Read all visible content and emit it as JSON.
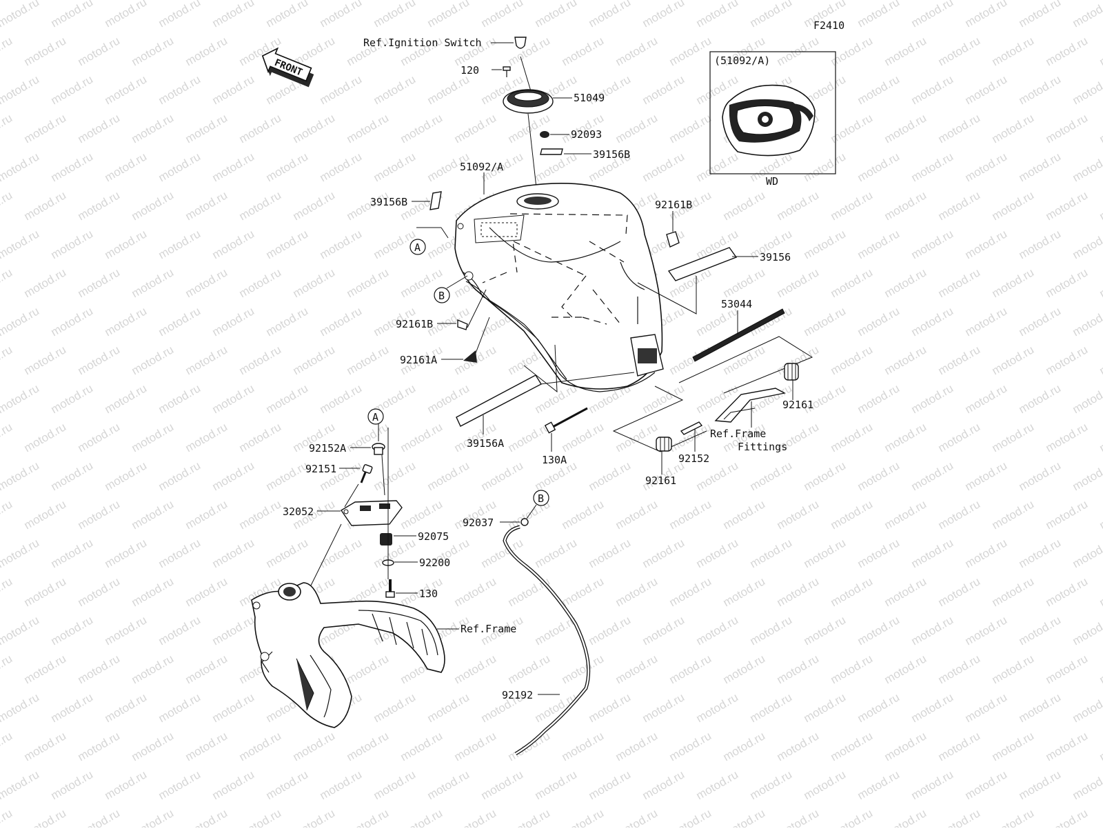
{
  "figure_code": "F2410",
  "front_arrow": "FRONT",
  "inset": {
    "header": "(51092/A)",
    "footer": "WD"
  },
  "watermark": "motod.ru",
  "callouts": {
    "A": "A",
    "B": "B"
  },
  "labels": {
    "ref_ignition": "Ref.Ignition Switch",
    "p120": "120",
    "p51049": "51049",
    "p92093": "92093",
    "p39156b_top": "39156B",
    "p51092a": "51092/A",
    "p39156b_left": "39156B",
    "p92161b_right": "92161B",
    "p39156": "39156",
    "p53044": "53044",
    "p92161b_left": "92161B",
    "p92161a": "92161A",
    "p39156a": "39156A",
    "p130a": "130A",
    "p92161_right": "92161",
    "ref_frame_fittings_1": "Ref.Frame",
    "ref_frame_fittings_2": "Fittings",
    "p92152": "92152",
    "p92161_bottom": "92161",
    "p92152a": "92152A",
    "p92151": "92151",
    "p32052": "32052",
    "p92075": "92075",
    "p92200": "92200",
    "p130": "130",
    "ref_frame": "Ref.Frame",
    "p92037": "92037",
    "p92192": "92192"
  }
}
